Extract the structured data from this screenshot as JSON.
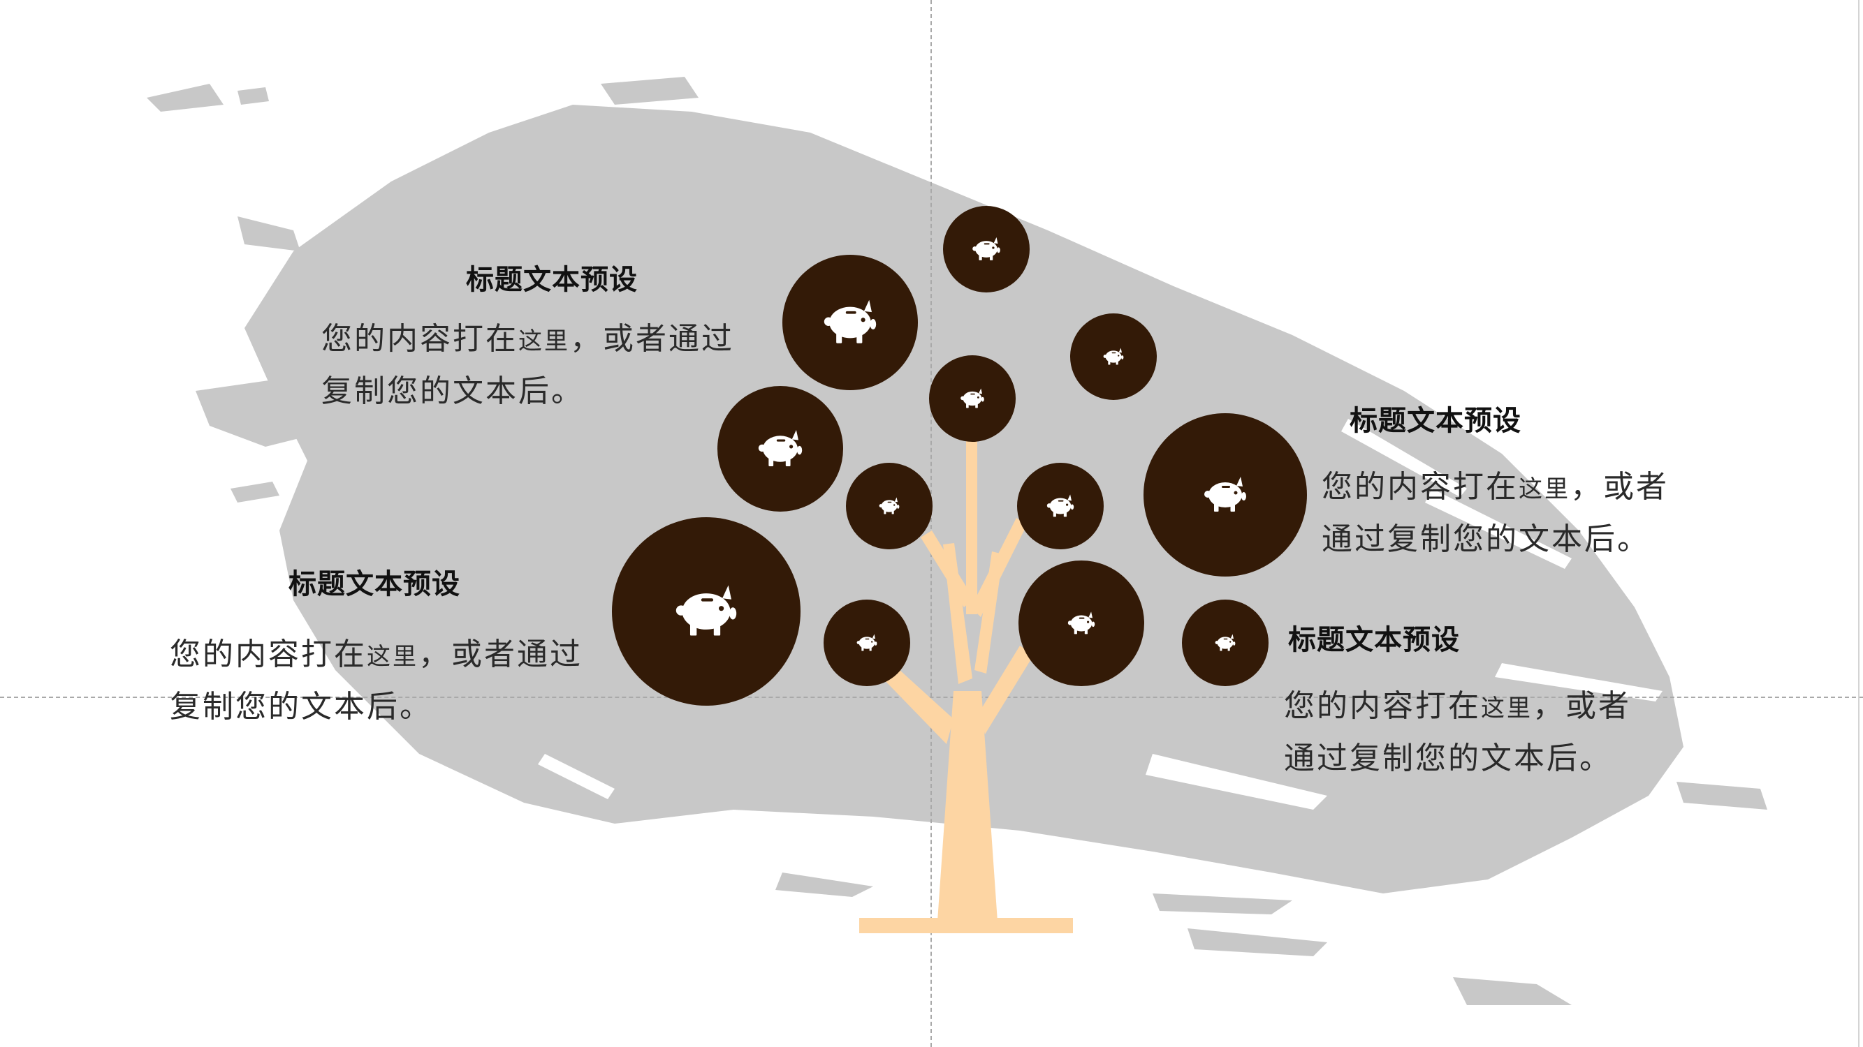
{
  "colors": {
    "brush": "#c8c8c8",
    "circle": "#331a07",
    "trunk": "#fdd5a3",
    "icon": "#ffffff"
  },
  "icon": "piggy-bank-icon",
  "blocks": [
    {
      "title": "标题文本预设",
      "body_a": "您的内容打在",
      "body_small": "这里",
      "body_b": "，或者通过",
      "body_c": "复制您的文本后。"
    },
    {
      "title": "标题文本预设",
      "body_a": "您的内容打在",
      "body_small": "这里",
      "body_b": "，或者通过",
      "body_c": "复制您的文本后。"
    },
    {
      "title": "标题文本预设",
      "body_a": "您的内容打在",
      "body_small": "这里",
      "body_b": "，或者",
      "body_c": "通过复制您的文本后。"
    },
    {
      "title": "标题文本预设",
      "body_a": "您的内容打在",
      "body_small": "这里",
      "body_b": "，或者",
      "body_c": "通过复制您的文本后。"
    }
  ]
}
